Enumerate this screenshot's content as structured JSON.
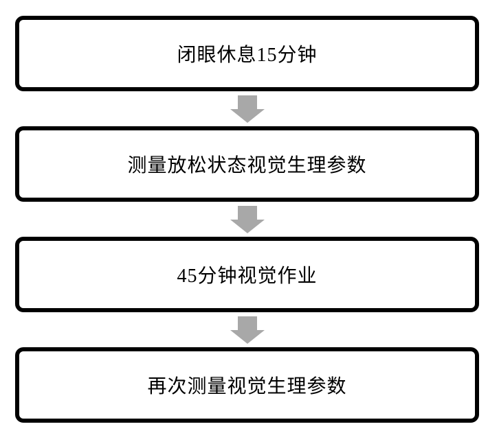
{
  "flowchart": {
    "type": "vertical-flow",
    "steps": [
      {
        "label": "闭眼休息15分钟"
      },
      {
        "label": "测量放松状态视觉生理参数"
      },
      {
        "label": "45分钟视觉作业"
      },
      {
        "label": "再次测量视觉生理参数"
      }
    ],
    "arrow": {
      "direction": "down",
      "color": "#a8a8a8"
    },
    "colors": {
      "background": "#ffffff",
      "box_fill": "#ffffff",
      "box_border": "#000000",
      "text": "#000000"
    }
  }
}
